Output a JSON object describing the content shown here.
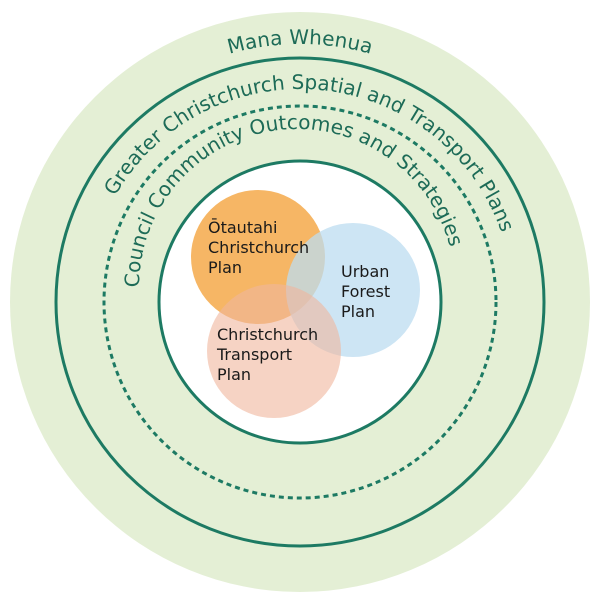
{
  "rings": {
    "outer_label": "Mana Whenua",
    "middle_label": "Greater Christchurch Spatial and Transport Plans",
    "inner_label": "Council Community Outcomes and Strategies"
  },
  "plans": [
    {
      "lines": [
        "Ōtautahi",
        "Christchurch",
        "Plan"
      ],
      "color": "#f5a94a"
    },
    {
      "lines": [
        "Urban",
        "Forest",
        "Plan"
      ],
      "color": "#cbe4f3"
    },
    {
      "lines": [
        "Christchurch",
        "Transport",
        "Plan"
      ],
      "color": "#f3c4b0"
    }
  ],
  "colors": {
    "outer_fill": "#e4efd5",
    "ring_stroke": "#1d7a63",
    "label_color": "#1d6b57"
  }
}
